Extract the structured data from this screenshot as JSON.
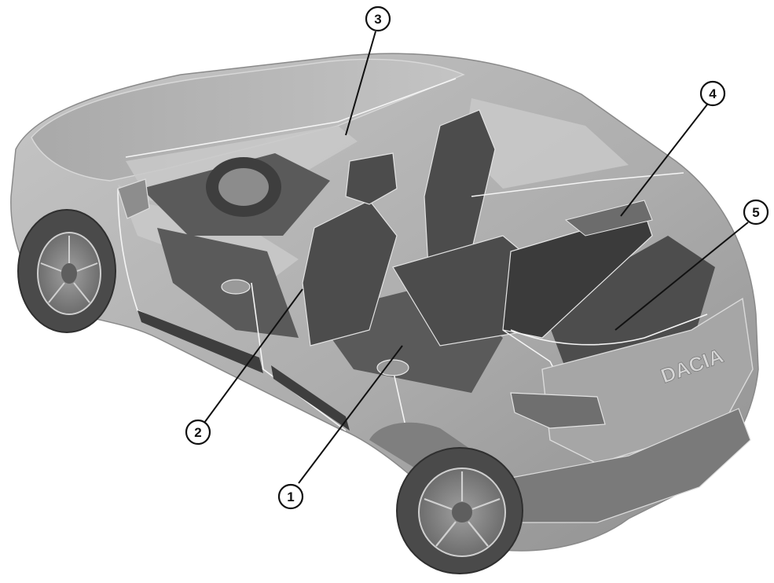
{
  "figure": {
    "brand_text": "DACIA"
  },
  "callouts": [
    {
      "id": 1,
      "label": "1"
    },
    {
      "id": 2,
      "label": "2"
    },
    {
      "id": 3,
      "label": "3"
    },
    {
      "id": 4,
      "label": "4"
    },
    {
      "id": 5,
      "label": "5"
    }
  ],
  "colors": {
    "body": "#b3b3b3",
    "interior": "#5a5a5a",
    "line": "#111111"
  }
}
